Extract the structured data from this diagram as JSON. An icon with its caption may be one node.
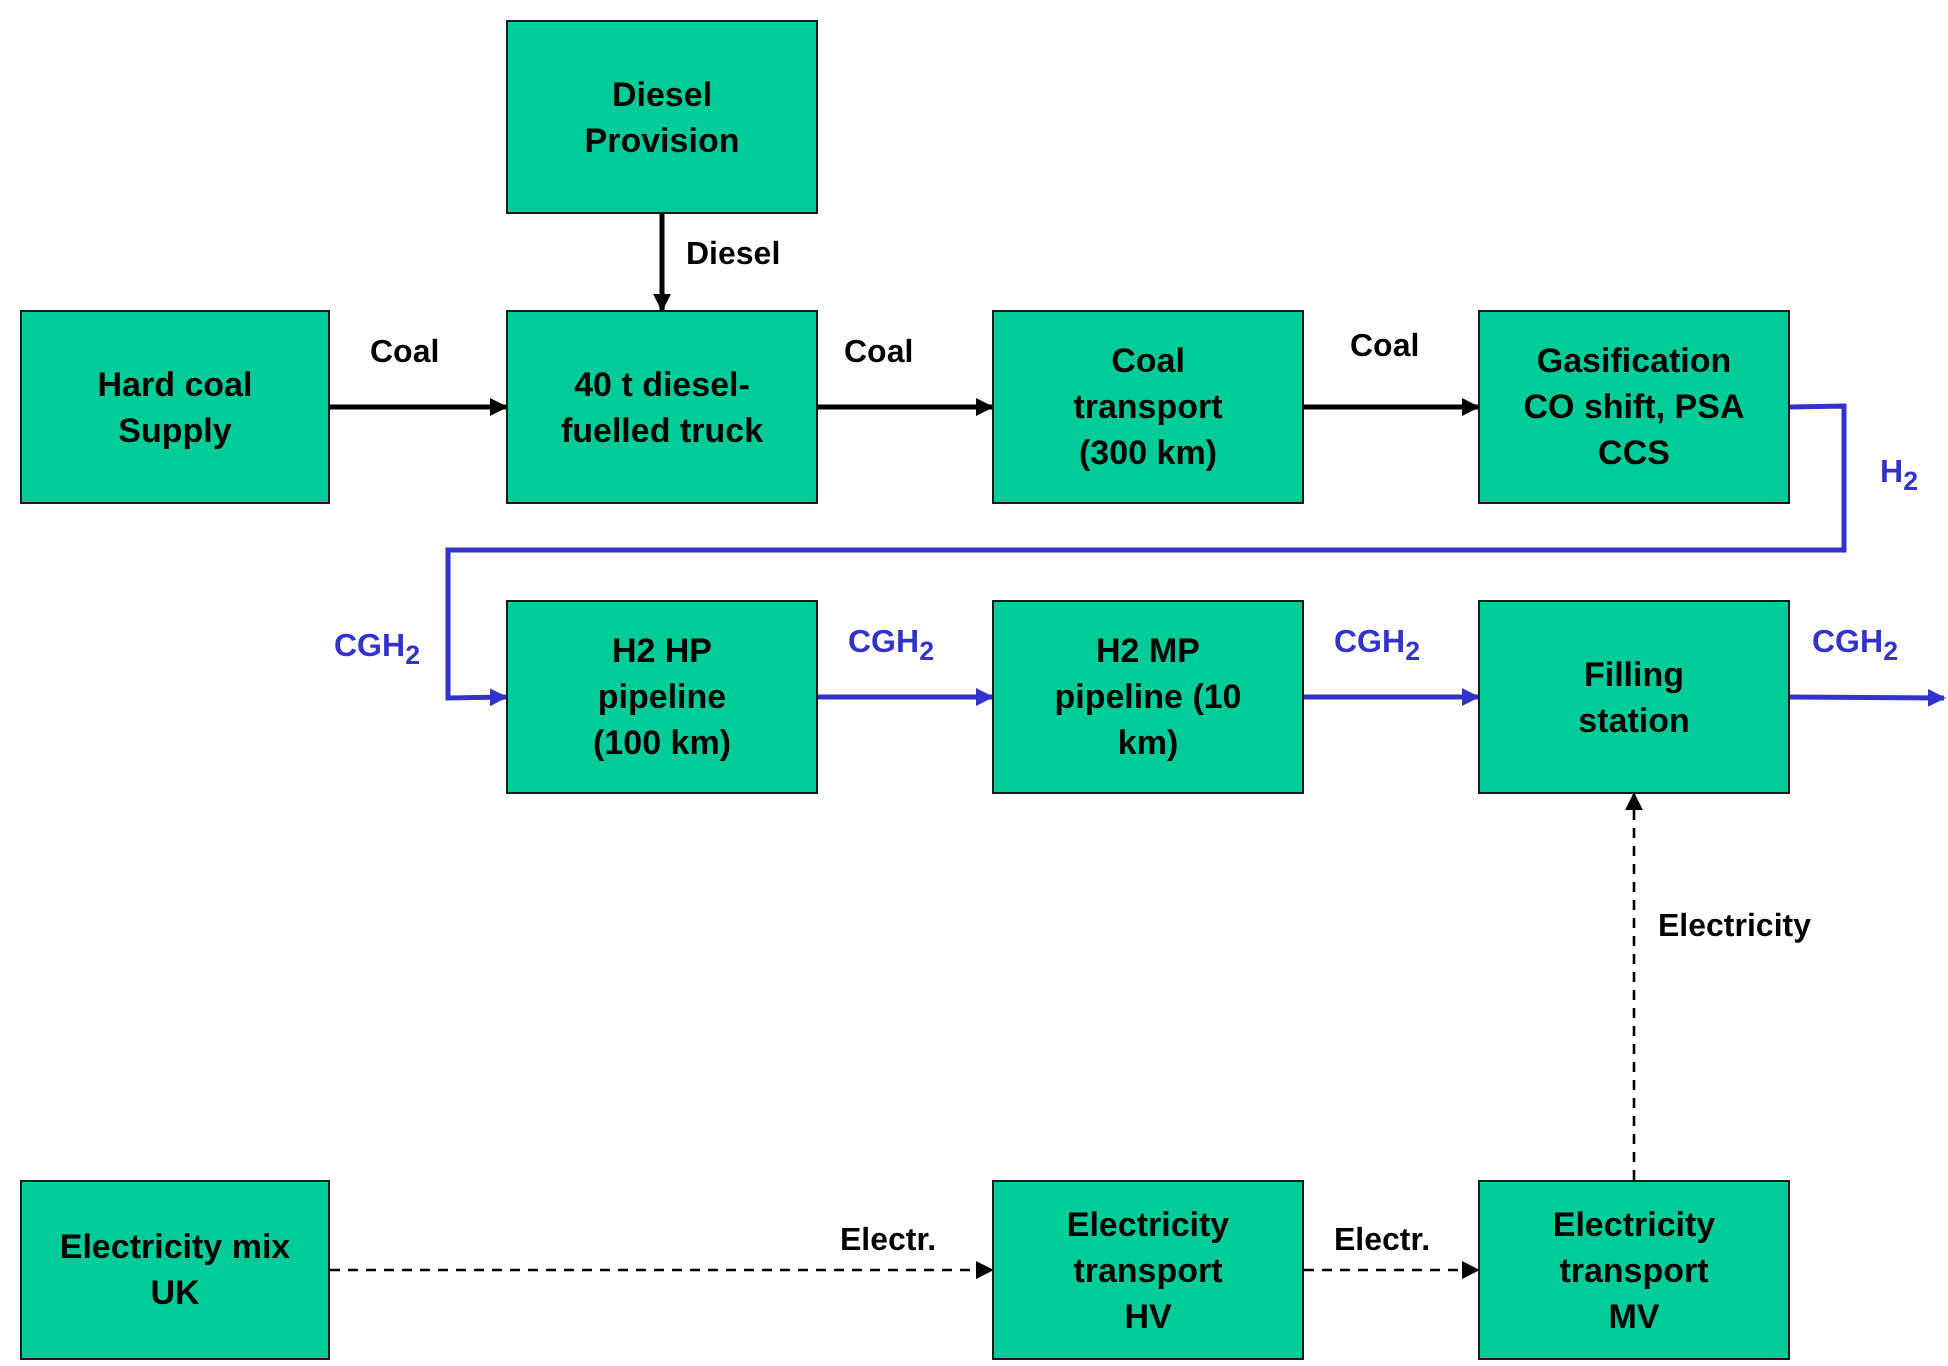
{
  "diagram": {
    "nodes": [
      {
        "text": [
          "Diesel Provision"
        ]
      },
      {
        "text": [
          "Hard coal Supply"
        ]
      },
      {
        "text": [
          "40 t diesel-fuelled truck"
        ]
      },
      {
        "text": [
          "Coal transport (300 km)"
        ]
      },
      {
        "text": [
          "Gasification CO shift, PSA CCS"
        ]
      },
      {
        "text": [
          "H2 HP pipeline (100 km)"
        ]
      },
      {
        "text": [
          "H2 MP pipeline (10 km)"
        ]
      },
      {
        "text": [
          "Filling station"
        ]
      },
      {
        "text": [
          "Electricity mix UK"
        ]
      },
      {
        "text": [
          "Electricity transport HV"
        ]
      },
      {
        "text": [
          "Electricity transport MV"
        ]
      }
    ],
    "edges": [
      {
        "from": 0,
        "to": 2,
        "arrow": "to",
        "label": "Diesel"
      },
      {
        "from": 1,
        "to": 2,
        "arrow": "to",
        "label": "Coal"
      },
      {
        "from": 2,
        "to": 3,
        "arrow": "to",
        "label": "Coal"
      },
      {
        "from": 3,
        "to": 4,
        "arrow": "to",
        "label": "Coal"
      },
      {
        "from": 4,
        "to": 5,
        "arrow": "to",
        "label": "H$_{2}$",
        "color": "#3333cc"
      },
      {
        "from": 5,
        "to": 6,
        "arrow": "to",
        "label": "CGH$_{2}$",
        "color": "#3333cc"
      },
      {
        "from": 6,
        "to": 7,
        "arrow": "to",
        "label": "CGH$_{2}$",
        "color": "#3333cc"
      },
      {
        "from": 7,
        "to": null,
        "arrow": "to",
        "label": "CGH$_{2}$",
        "color": "#3333cc"
      },
      {
        "from": 8,
        "to": 9,
        "arrow": "to",
        "label": "Electr.",
        "style": "dashed"
      },
      {
        "from": 9,
        "to": 10,
        "arrow": "to",
        "label": "Electr.",
        "style": "dashed"
      },
      {
        "from": 10,
        "to": 7,
        "arrow": "to",
        "label": "Electricity",
        "style": "dashed"
      }
    ],
    "labels": [
      "CGH$_{2}$"
    ]
  }
}
